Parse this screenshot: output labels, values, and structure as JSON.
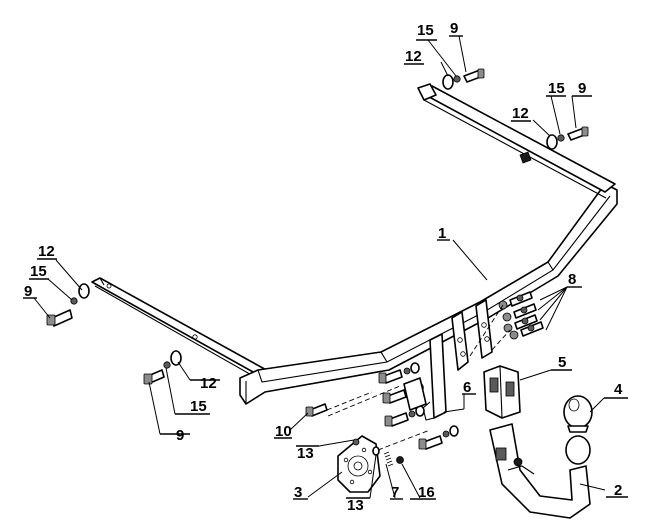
{
  "callouts": [
    {
      "id": "c1",
      "text": "1"
    },
    {
      "id": "c2",
      "text": "2"
    },
    {
      "id": "c3",
      "text": "3"
    },
    {
      "id": "c4",
      "text": "4"
    },
    {
      "id": "c5",
      "text": "5"
    },
    {
      "id": "c6",
      "text": "6"
    },
    {
      "id": "c7",
      "text": "7"
    },
    {
      "id": "c8",
      "text": "8"
    },
    {
      "id": "c9a",
      "text": "9"
    },
    {
      "id": "c9b",
      "text": "9"
    },
    {
      "id": "c9c",
      "text": "9"
    },
    {
      "id": "c9d",
      "text": "9"
    },
    {
      "id": "c10",
      "text": "10"
    },
    {
      "id": "c12a",
      "text": "12"
    },
    {
      "id": "c12b",
      "text": "12"
    },
    {
      "id": "c12c",
      "text": "12"
    },
    {
      "id": "c12d",
      "text": "12"
    },
    {
      "id": "c13a",
      "text": "13"
    },
    {
      "id": "c13b",
      "text": "13"
    },
    {
      "id": "c15a",
      "text": "15"
    },
    {
      "id": "c15b",
      "text": "15"
    },
    {
      "id": "c15c",
      "text": "15"
    },
    {
      "id": "c15d",
      "text": "15"
    },
    {
      "id": "c16",
      "text": "16"
    }
  ]
}
